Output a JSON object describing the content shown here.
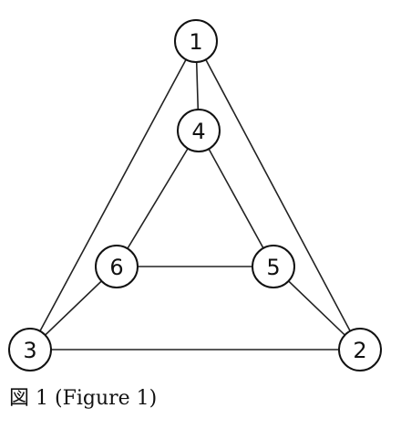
{
  "caption": "図 1  (Figure 1)",
  "graph": {
    "nodes": [
      {
        "id": "1",
        "label": "1"
      },
      {
        "id": "2",
        "label": "2"
      },
      {
        "id": "3",
        "label": "3"
      },
      {
        "id": "4",
        "label": "4"
      },
      {
        "id": "5",
        "label": "5"
      },
      {
        "id": "6",
        "label": "6"
      }
    ],
    "edges": [
      [
        "1",
        "4"
      ],
      [
        "1",
        "3"
      ],
      [
        "1",
        "2"
      ],
      [
        "4",
        "6"
      ],
      [
        "4",
        "5"
      ],
      [
        "6",
        "5"
      ],
      [
        "6",
        "3"
      ],
      [
        "5",
        "2"
      ],
      [
        "3",
        "2"
      ]
    ]
  },
  "colors": {
    "stroke": "#111111",
    "background": "#ffffff"
  }
}
